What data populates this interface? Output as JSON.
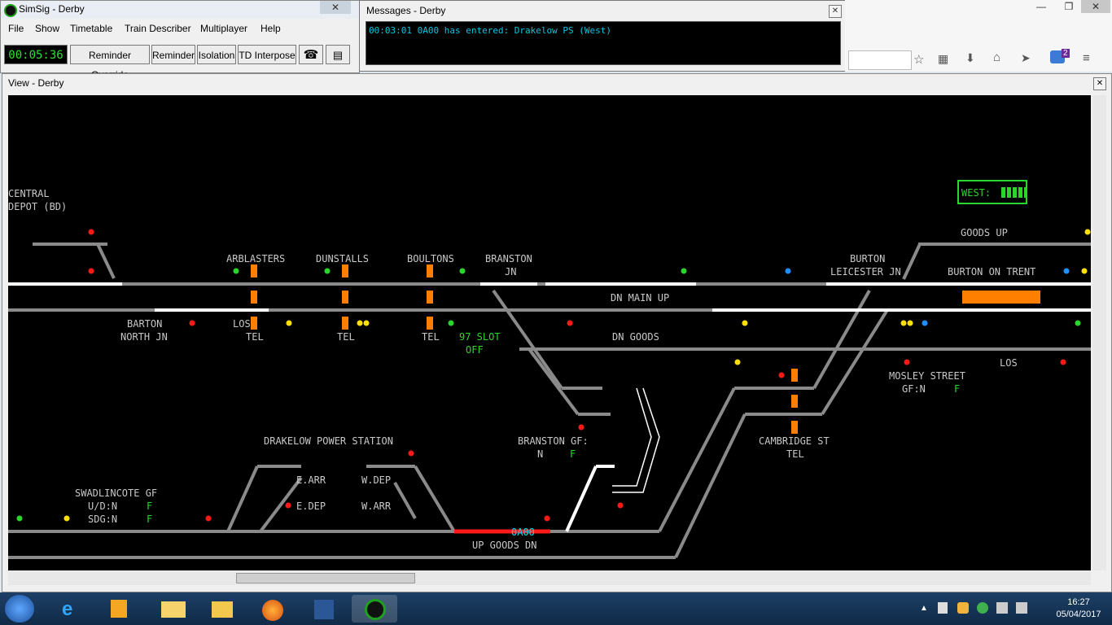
{
  "main_window": {
    "title": "SimSig - Derby",
    "menu": [
      "File",
      "Show",
      "Timetable",
      "Train Describer",
      "Multiplayer",
      "Help"
    ],
    "clock": "00:05:36",
    "toolbar": {
      "reminder_override": "Reminder Override",
      "reminder": "Reminder",
      "isolation": "Isolation",
      "td_interpose": "TD Interpose"
    }
  },
  "messages_window": {
    "title": "Messages - Derby",
    "message": "00:03:01 0A00 has entered: Drakelow PS (West)"
  },
  "browser": {
    "badge_count": "2"
  },
  "view_window": {
    "title": "View - Derby"
  },
  "diagram_labels": {
    "central_depot_1": "CENTRAL",
    "central_depot_2": "DEPOT (BD)",
    "west_panel": "WEST:",
    "arblasters": "ARBLASTERS",
    "dunstalls": "DUNSTALLS",
    "boultons": "BOULTONS",
    "branston_jn_1": "BRANSTON",
    "branston_jn_2": "JN",
    "burton_lj_1": "BURTON",
    "burton_lj_2": "LEICESTER JN",
    "burton_on_trent": "BURTON ON TRENT",
    "goods_up": "GOODS UP",
    "dn_main_up": "DN MAIN UP",
    "dn_goods": "DN GOODS",
    "barton_1": "BARTON",
    "barton_2": "NORTH JN",
    "tel_a": "TEL",
    "tel_b": "TEL",
    "tel_c": "TEL",
    "los_a": "LOS",
    "los_b": "LOS",
    "slot_97": "97 SLOT",
    "slot_off": "OFF",
    "mosley_1": "MOSLEY STREET",
    "mosley_2": "GF:N",
    "mosley_f": "F",
    "cambridge_1": "CAMBRIDGE ST",
    "cambridge_2": "TEL",
    "drakelow_ps": "DRAKELOW POWER STATION",
    "e_arr": "E.ARR",
    "e_dep": "E.DEP",
    "w_dep": "W.DEP",
    "w_arr": "W.ARR",
    "branston_gf_1": "BRANSTON GF:",
    "branston_gf_2": "N",
    "branston_gf_f": "F",
    "swadlincote": "SWADLINCOTE GF",
    "ud": "U/D:N",
    "sdg": "SDG:N",
    "f1": "F",
    "f2": "F",
    "up_goods_dn": "UP GOODS DN",
    "train_id": "0A00"
  },
  "taskbar": {
    "time": "16:27",
    "date": "05/04/2017"
  }
}
